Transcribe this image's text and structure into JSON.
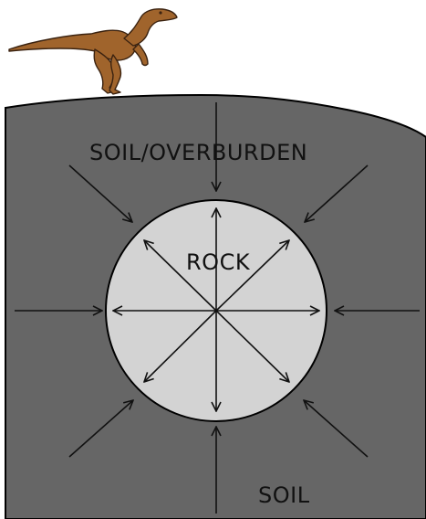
{
  "labels": {
    "overburden": "SOIL/OVERBURDEN",
    "rock": "ROCK",
    "soil": "SOIL"
  },
  "colors": {
    "ground": "#666666",
    "rock": "#d3d3d3",
    "arrows": "#111111",
    "outline": "#000000",
    "dinosaur": "#a0642c"
  },
  "icons": {
    "figure": "dinosaur-icon"
  },
  "arrows": {
    "inward_count": 8,
    "outward_count": 8
  }
}
